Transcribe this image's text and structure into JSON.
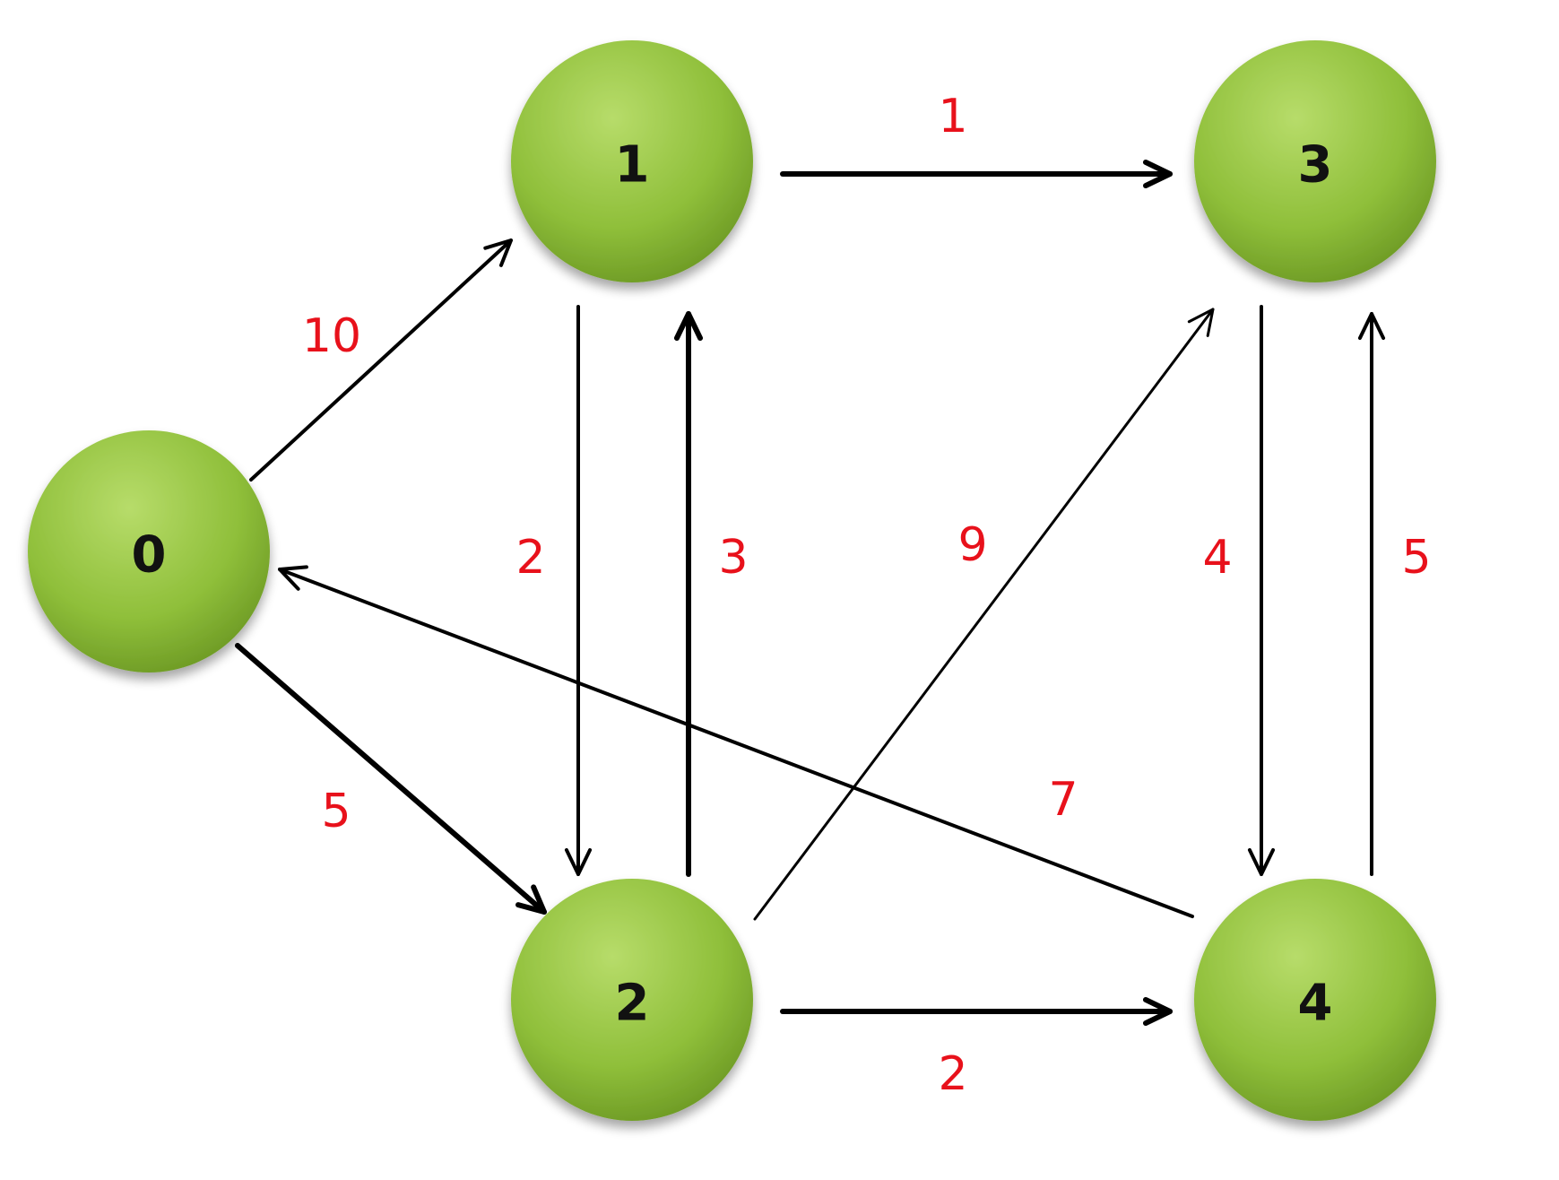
{
  "colors": {
    "node_fill": "#8fbf3a",
    "node_highlight": "#b7dc6a",
    "node_shadow": "#6f9c26",
    "edge": "#000000",
    "weight": "#e8111b"
  },
  "nodes": [
    {
      "id": "0",
      "label": "0"
    },
    {
      "id": "1",
      "label": "1"
    },
    {
      "id": "2",
      "label": "2"
    },
    {
      "id": "3",
      "label": "3"
    },
    {
      "id": "4",
      "label": "4"
    }
  ],
  "edges": [
    {
      "from": "0",
      "to": "1",
      "weight": "10"
    },
    {
      "from": "0",
      "to": "2",
      "weight": "5"
    },
    {
      "from": "1",
      "to": "2",
      "weight": "2"
    },
    {
      "from": "2",
      "to": "1",
      "weight": "3"
    },
    {
      "from": "1",
      "to": "3",
      "weight": "1"
    },
    {
      "from": "2",
      "to": "3",
      "weight": "9"
    },
    {
      "from": "2",
      "to": "4",
      "weight": "2"
    },
    {
      "from": "3",
      "to": "4",
      "weight": "4"
    },
    {
      "from": "4",
      "to": "3",
      "weight": "5"
    },
    {
      "from": "4",
      "to": "0",
      "weight": "7"
    }
  ]
}
